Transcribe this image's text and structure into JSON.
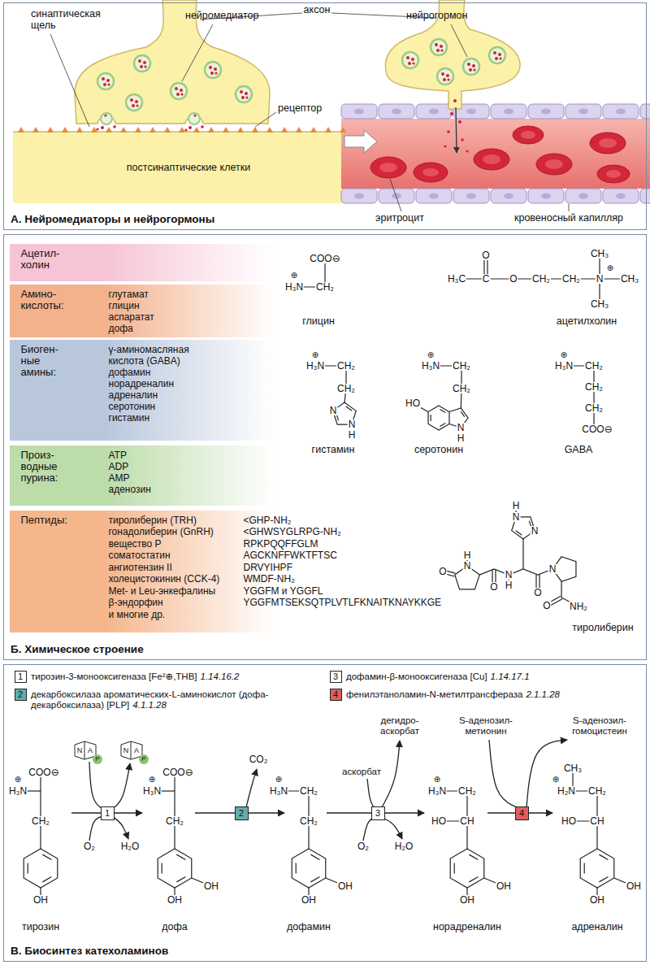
{
  "diagram": {
    "nodes": [
      {
        "text": [
          "А. Нейромедиаторы и нейрогормоны"
        ]
      },
      {
        "text": [
          "Б. Химическое строение"
        ]
      },
      {
        "text": [
          "Ацетил- холин"
        ],
        "in": 1
      },
      {
        "text": [
          "Амино- кислоты:",
          "глутамат",
          "глицин",
          "аспаратат",
          "дофа"
        ],
        "in": 1
      },
      {
        "text": [
          "Биоген- ные амины:",
          "γ-аминомасляная кислота (GABA)",
          "дофамин",
          "норадреналин",
          "адреналин",
          "серотонин",
          "гистамин"
        ],
        "in": 1
      },
      {
        "text": [
          "Произ- водные пурина:",
          "ATP",
          "ADP",
          "AMP",
          "аденозин"
        ],
        "in": 1
      },
      {
        "text": [
          "Пептиды:",
          "тиролиберин (TRH)",
          "гонадолиберин (GnRH)",
          "вещество P",
          "соматостатин",
          "ангиотензин II",
          "холецистокинин (CCK-4)",
          "Met- и Leu-энкефалины",
          "β-эндорфин",
          "и многие др.",
          "<GHP-NH₂",
          "<GHWSYGLRPG-NH₂",
          "RPKPQQFFGLM",
          "AGCKNFFWKTFTSC",
          "DRVYIHPF",
          "WMDF-NH₂",
          "YGGFM и YGGFL",
          "YGGFMTSEKSQTPLVTLFKNAITKNAYKKGE"
        ],
        "in": 1
      },
      {
        "text": [
          "В. Биосинтез катехоламинов"
        ]
      },
      {
        "text": [
          "1"
        ],
        "in": 7
      },
      {
        "text": [
          "3"
        ],
        "in": 7
      },
      {
        "text": [
          "2"
        ],
        "in": 7
      },
      {
        "text": [
          "4"
        ],
        "in": 7
      },
      {
        "text": [
          "1"
        ],
        "in": 7
      },
      {
        "text": [
          "2"
        ],
        "in": 7
      },
      {
        "text": [
          "3"
        ],
        "in": 7
      },
      {
        "text": [
          "4"
        ],
        "in": 7
      }
    ],
    "labels": [
      "синаптическая щель",
      "аксон",
      "нейромедиатор",
      "нейрогормон",
      "рецептор",
      "постсинаптические клетки",
      "эритроцит",
      "кровеносный капилляр",
      "COO⊖",
      "⊕",
      "H₃N",
      "CH₂",
      "глицин",
      "O",
      "H₃C",
      "C",
      "O",
      "CH₂",
      "CH₂",
      "CH₃",
      "⊕",
      "N",
      "CH₃",
      "CH₃",
      "ацетилхолин",
      "⊕",
      "H₃N",
      "CH₂",
      "CH₂",
      "N",
      "N",
      "H",
      "гистамин",
      "⊕",
      "H₃N",
      "CH₂",
      "CH₂",
      "HO",
      "N",
      "H",
      "серотонин",
      "⊕",
      "H₃N",
      "CH₂",
      "CH₂",
      "CH₂",
      "COO⊖",
      "GABA",
      "H",
      "N",
      "N",
      "O",
      "H",
      "N",
      "O",
      "N",
      "H",
      "O",
      "N",
      "O",
      "NH₂",
      "тиролиберин",
      "тирозин-3-монооксигеназа [Fe²⊕,THB]",
      "1.14.16.2",
      "дофамин-β-монооксигеназа [Cu]",
      "1.14.17.1",
      "декарбоксилаза ароматических-L-аминокислот (дофа-декарбоксилаза) [PLP]",
      "4.1.1.28",
      "фенилэтаноламин-N-метилтрансфераза",
      "2.1.1.28",
      "дегидро- аскорбат",
      "S-аденозил- метионин",
      "S-аденозил- гомоцистеин",
      "N",
      "A",
      "P",
      "N",
      "A",
      "P",
      "CO₂",
      "аскорбат",
      "COO⊖",
      "⊕",
      "H₃N",
      "CH₂",
      "OH",
      "тирозин",
      "O₂",
      "H₂O",
      "COO⊖",
      "⊕",
      "H₃N",
      "CH₂",
      "OH",
      "OH",
      "дофа",
      "⊕",
      "H₃N",
      "CH₂",
      "CH₂",
      "OH",
      "OH",
      "дофамин",
      "O₂",
      "H₂O",
      "⊕",
      "H₃N",
      "CH₂",
      "HO",
      "CH",
      "OH",
      "OH",
      "норадреналин",
      "CH₃",
      "⊕",
      "H₂N",
      "CH₂",
      "HO",
      "CH",
      "OH",
      "OH",
      "адреналин"
    ]
  }
}
